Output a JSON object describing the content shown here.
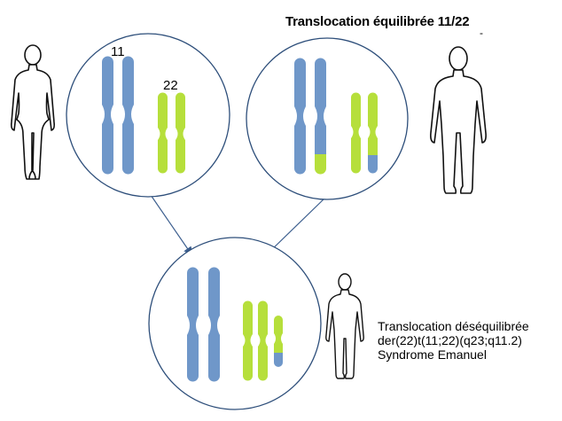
{
  "title": "Translocation équilibrée 11/22",
  "dash": "-",
  "labels": {
    "chromosome_11": "11",
    "chromosome_22": "22"
  },
  "caption": {
    "line1": "Translocation déséquilibrée",
    "line2": "der(22)t(11;22)(q23;q11.2)",
    "line3": "Syndrome Emanuel"
  },
  "colors": {
    "chromosome_11": "#6f97c9",
    "chromosome_22": "#b6df3b",
    "circle_border": "#2d4e7a",
    "arrow": "#3d5f8f"
  }
}
